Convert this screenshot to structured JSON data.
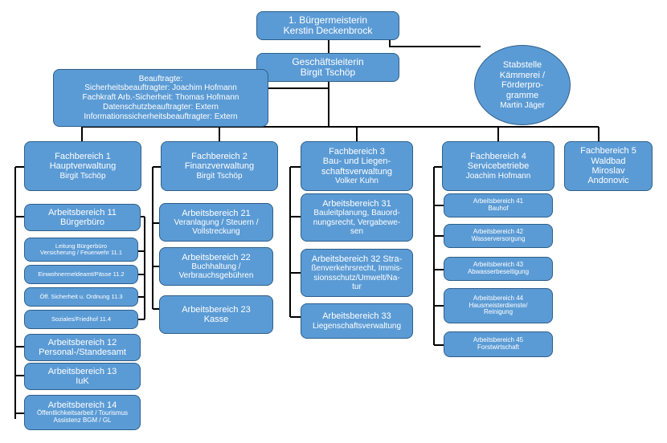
{
  "top": {
    "line1": "1. Bürgermeisterin",
    "line2": "Kerstin Deckenbrock"
  },
  "gl": {
    "line1": "Geschäftsleiterin",
    "line2": "Birgit Tschöp"
  },
  "stab": {
    "line1": "Stabstelle",
    "line2": "Kämmerei /",
    "line3": "Förderpro-",
    "line4": "gramme",
    "line5": "Martin Jäger"
  },
  "beauftragte": {
    "title": "Beauftragte:",
    "lines": [
      "Sicherheitsbeauftragter: Joachim Hofmann",
      "Fachkraft Arb.-Sicherheit: Thomas Hofmann",
      "Datenschutzbeauftragter: Extern",
      "Informationssicherheitsbeauftragter: Extern"
    ]
  },
  "fb1": {
    "l1": "Fachbereich 1",
    "l2": "Hauptverwaltung",
    "l3": "Birgit Tschöp"
  },
  "fb2": {
    "l1": "Fachbereich 2",
    "l2": "Finanzverwaltung",
    "l3": "Birgit Tschöp"
  },
  "fb3": {
    "l1": "Fachbereich 3",
    "l2": "Bau- und Liegen-",
    "l3": "schaftsverwaltung",
    "l4": "Volker Kuhn"
  },
  "fb4": {
    "l1": "Fachbereich 4",
    "l2": "Servicebetriebe",
    "l3": "Joachim Hofmann"
  },
  "fb5": {
    "l1": "Fachbereich 5",
    "l2": "Waldbad",
    "l3": "Miroslav",
    "l4": "Andonovic"
  },
  "ab11": {
    "l1": "Arbeitsbereich 11",
    "l2": "Bürgerbüro"
  },
  "sub11": {
    "s1a": "Leitung Bürgerbüro",
    "s1b": "Versicherung / Feuerwehr 11.1",
    "s2": "Einwohnermeldeamt/Pässe 11.2",
    "s3": "Öff. Sicherheit u. Ordnung 11.3",
    "s4": "Soziales/Friedhof 11.4"
  },
  "ab12": {
    "l1": "Arbeitsbereich 12",
    "l2": "Personal-/Standesamt"
  },
  "ab13": {
    "l1": "Arbeitsbereich 13",
    "l2": "IuK"
  },
  "ab14": {
    "l1": "Arbeitsbereich 14",
    "l2": "Öffentlichkeitsarbeit / Tourismus",
    "l3": "Assistenz BGM / GL"
  },
  "ab21": {
    "l1": "Arbeitsbereich 21",
    "l2": "Veranlagung / Steuern /",
    "l3": "Vollstreckung"
  },
  "ab22": {
    "l1": "Arbeitsbereich 22",
    "l2": "Buchhaltung /",
    "l3": "Verbrauchsgebühren"
  },
  "ab23": {
    "l1": "Arbeitsbereich 23",
    "l2": "Kasse"
  },
  "ab31": {
    "l1": "Arbeitsbereich 31",
    "l2": "Bauleitplanung, Bauord-",
    "l3": "nungsrecht, Vergabewe-",
    "l4": "sen"
  },
  "ab32": {
    "l1": "Arbeitsbereich 32 Stra-",
    "l2": "ßenverkehrsrecht, Immis-",
    "l3": "sionsschutz/Umwelt/Na-",
    "l4": "tur"
  },
  "ab33": {
    "l1": "Arbeitsbereich 33",
    "l2": "Liegenschaftsverwaltung"
  },
  "ab41": {
    "l1": "Arbeitsbereich 41",
    "l2": "Bauhof"
  },
  "ab42": {
    "l1": "Arbeitsbereich 42",
    "l2": "Wasserversorgung"
  },
  "ab43": {
    "l1": "Arbeitsbereich 43",
    "l2": "Abwasserbeseitigung"
  },
  "ab44": {
    "l1": "Arbeitsbereich 44",
    "l2": "Hausmeisterdienste/",
    "l3": "Reinigung"
  },
  "ab45": {
    "l1": "Arbeitsbereich 45",
    "l2": "Forstwirtschaft"
  },
  "colors": {
    "box_fill": "#5b9bd5",
    "box_border": "#2e5f8a",
    "line": "#000000",
    "text": "#ffffff"
  }
}
